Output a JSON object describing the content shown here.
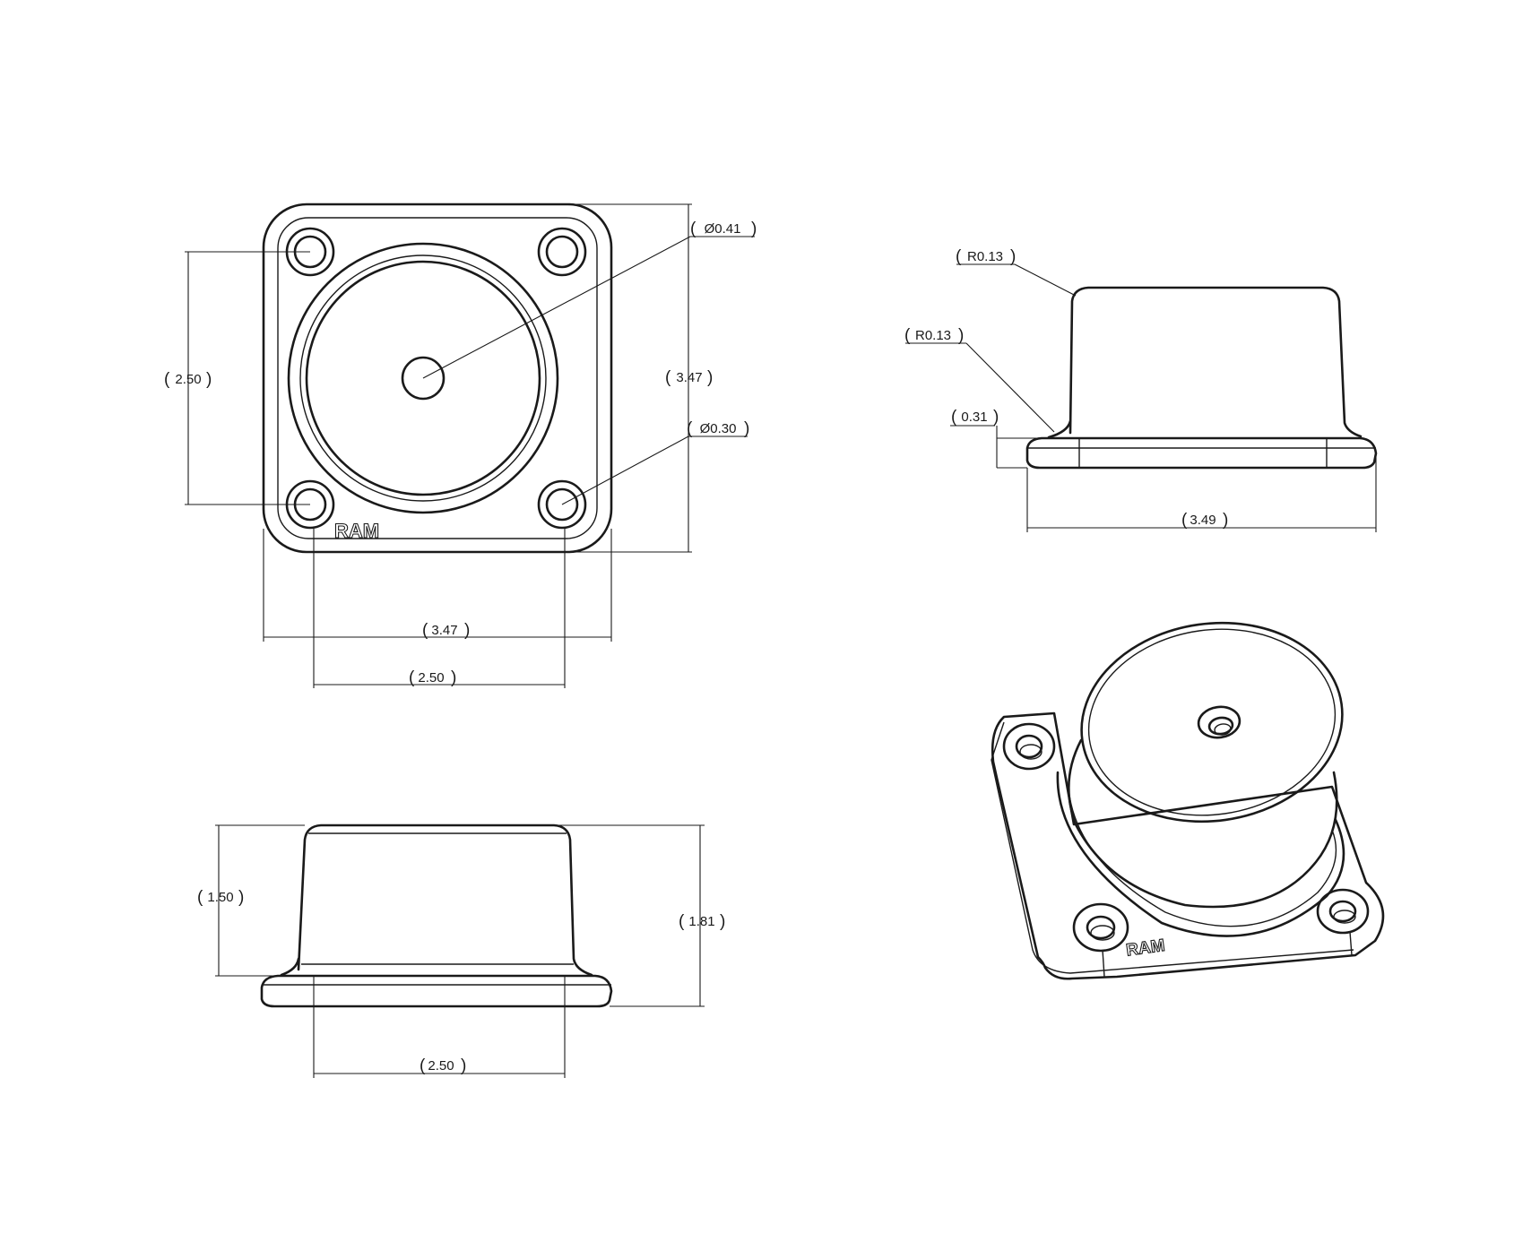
{
  "logo_text": "RAM",
  "colors": {
    "line": "#1a1a1a",
    "background": "#ffffff"
  },
  "views": {
    "top": {
      "dims": {
        "hole_spacing_vertical": "2.50",
        "overall_height": "3.47",
        "overall_width": "3.47",
        "hole_spacing_horizontal": "2.50",
        "center_hole_diameter": "Ø0.41",
        "mount_hole_diameter": "Ø0.30"
      }
    },
    "side": {
      "dims": {
        "top_fillet_radius": "R0.13",
        "base_fillet_radius": "R0.13",
        "flange_thickness": "0.31",
        "base_width": "3.49"
      }
    },
    "front": {
      "dims": {
        "body_height": "1.50",
        "overall_height": "1.81",
        "hole_spacing": "2.50"
      }
    }
  }
}
